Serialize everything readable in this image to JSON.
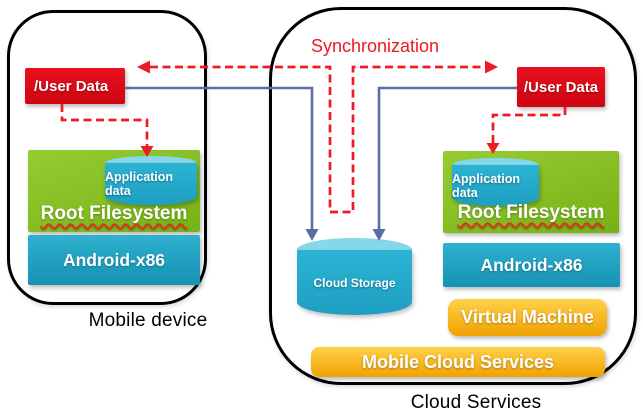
{
  "sync_label": "Synchronization",
  "mobile": {
    "caption": "Mobile device",
    "user_data_label": "/User Data",
    "application_data_label": "Application data",
    "root_filesystem_label": "Root Filesystem",
    "android_label": "Android-x86"
  },
  "cloud": {
    "caption": "Cloud Services",
    "user_data_label": "/User Data",
    "application_data_label": "Application data",
    "root_filesystem_label": "Root Filesystem",
    "android_label": "Android-x86",
    "virtual_machine_label": "Virtual Machine",
    "mobile_cloud_services_label": "Mobile Cloud Services",
    "cloud_storage_label": "Cloud Storage"
  },
  "colors": {
    "red_box": "#e8101f",
    "red_box_dark": "#cf0512",
    "dashed_red": "#ed1b24",
    "green": "#97cc33",
    "green_dark": "#76b116",
    "teal": "#2fb1cf",
    "teal_dark": "#1591b4",
    "cylinder_body": "#2cb3d3",
    "cylinder_top": "#85d8e9",
    "gold": "#ffd04a",
    "gold_dark": "#f0a202",
    "line_blue": "#5b6da3",
    "frame_border": "#000000",
    "caption_text": "#000000",
    "sync_text": "#f01622",
    "squiggle": "#e03020"
  }
}
